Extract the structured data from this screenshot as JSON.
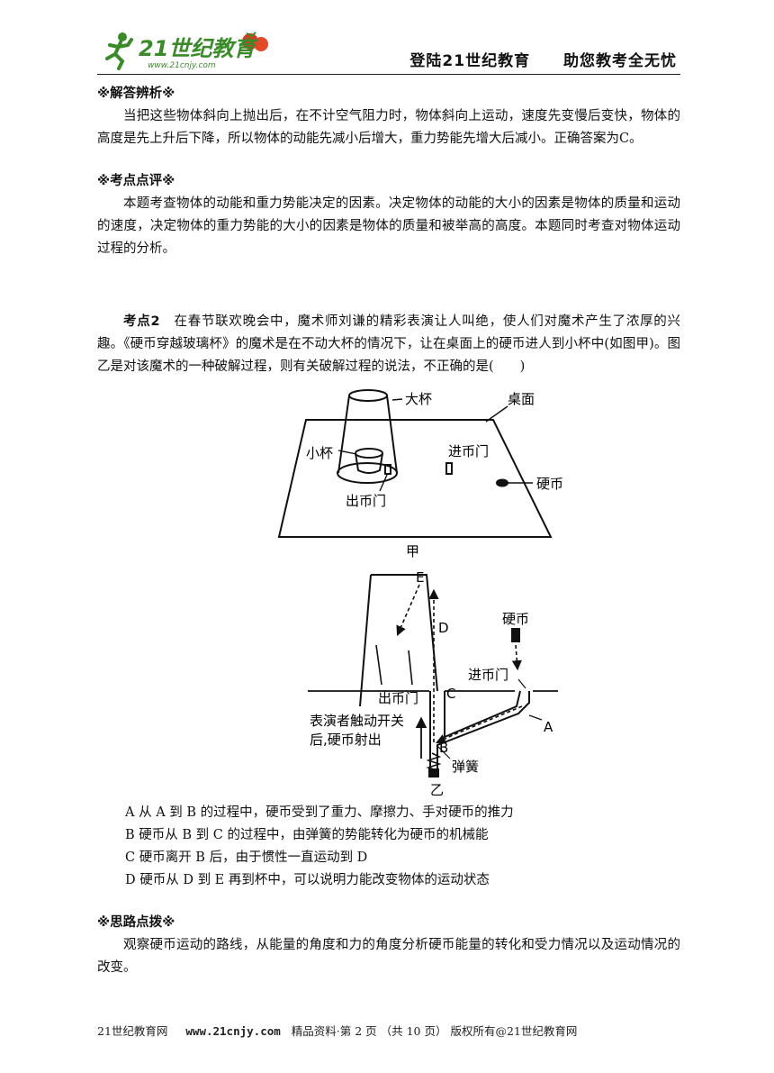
{
  "header": {
    "logo_text": "21世纪教育",
    "logo_url_text": "www.21cnjy.com",
    "right_left": "登陆21世纪教育",
    "right_right": "助您教考全无忧"
  },
  "analysis": {
    "title": "※解答辨析※",
    "text": "当把这些物体斜向上抛出后，在不计空气阻力时，物体斜向上运动，速度先变慢后变快，物体的高度是先上升后下降，所以物体的动能先减小后增大，重力势能先增大后减小。正确答案为C。"
  },
  "review": {
    "title": "※考点点评※",
    "text": "本题考查物体的动能和重力势能决定的因素。决定物体的动能的大小的因素是物体的质量和运动的速度，决定物体的重力势能的大小的因素是物体的质量和被举高的高度。本题同时考查对物体运动过程的分析。"
  },
  "question": {
    "label": "考点2",
    "text": "在春节联欢晚会中，魔术师刘谦的精彩表演让人叫绝，使人们对魔术产生了浓厚的兴趣。《硬币穿越玻璃杯》的魔术是在不动大杯的情况下，让在桌面上的硬币进人到小杯中(如图甲)。图乙是对该魔术的一种破解过程，则有关破解过程的说法，不正确的是(　　)"
  },
  "figure_jia": {
    "label_big_cup": "大杯",
    "label_table": "桌面",
    "label_small_cup": "小杯",
    "label_coin_in": "进币门",
    "label_coin": "硬币",
    "label_coin_out": "出币门",
    "caption": "甲"
  },
  "figure_yi": {
    "label_E": "E",
    "label_D": "D",
    "label_C": "C",
    "label_B": "B",
    "label_A": "A",
    "label_coin": "硬币",
    "label_coin_in": "进币门",
    "label_coin_out": "出币门",
    "label_spring": "弹簧",
    "note_line1": "表演者触动开关",
    "note_line2": "后,硬币射出",
    "caption": "乙"
  },
  "options": [
    "A 从 A 到 B 的过程中，硬币受到了重力、摩擦力、手对硬币的推力",
    "B 硬币从 B 到 C 的过程中，由弹簧的势能转化为硬币的机械能",
    "C 硬币离开 B 后，由于惯性一直运动到 D",
    "D 硬币从 D 到 E 再到杯中，可以说明力能改变物体的运动状态"
  ],
  "hint": {
    "title": "※思路点拨※",
    "text": "观察硬币运动的路线，从能量的角度和力的角度分析硬币能量的转化和受力情况以及运动情况的改变。"
  },
  "footer": {
    "left": "21世纪教育网",
    "site": "www.21cnjy.com",
    "right": "精品资料·第 2 页 （共 10 页） 版权所有@21世纪教育网"
  },
  "colors": {
    "logo_green": "#3a8a2a",
    "logo_red": "#d83a22"
  }
}
